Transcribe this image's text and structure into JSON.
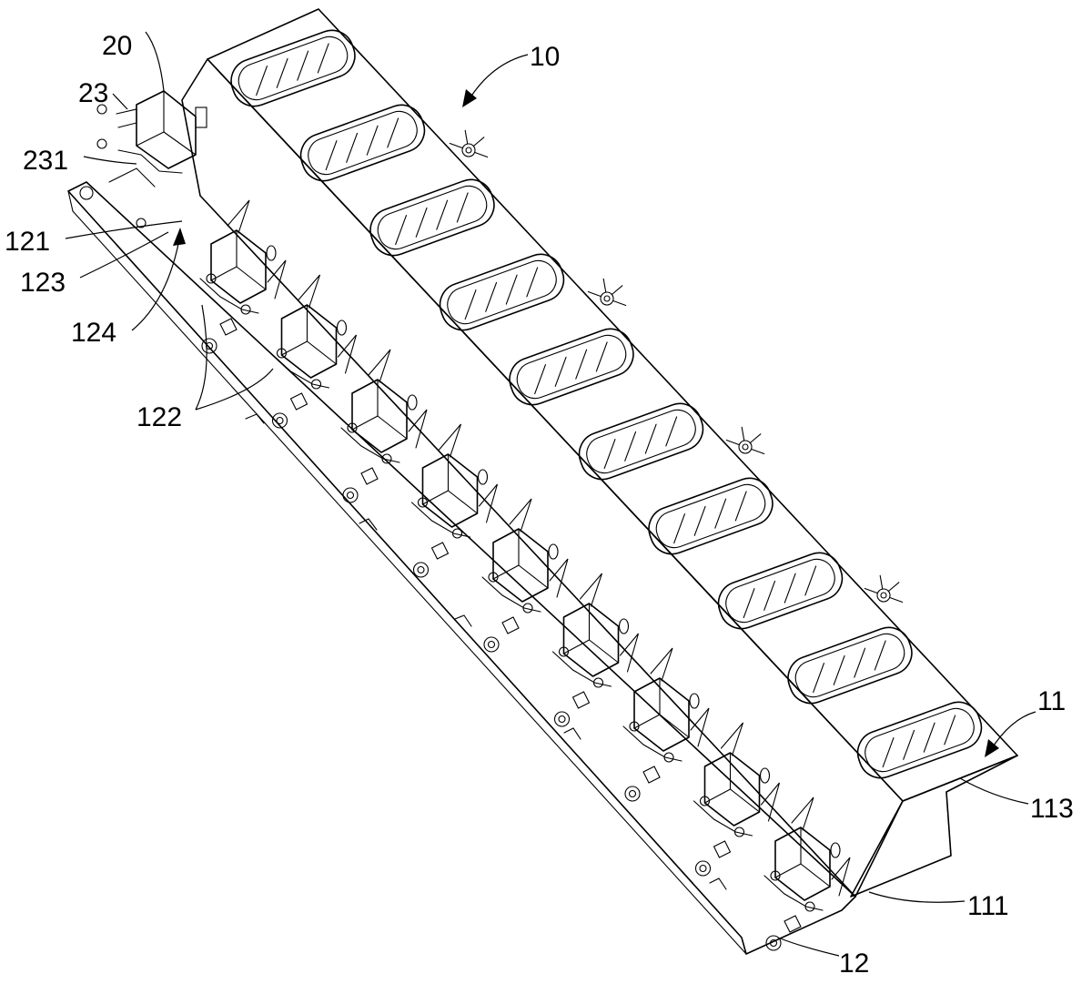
{
  "labels": {
    "l10": "10",
    "l11": "11",
    "l12": "12",
    "l20": "20",
    "l23": "23",
    "l111": "111",
    "l113": "113",
    "l121": "121",
    "l122": "122",
    "l123": "123",
    "l124": "124",
    "l231": "231"
  },
  "counts": {
    "slots": 10,
    "switches": 9,
    "side_contacts": 4
  },
  "colors": {
    "line": "#000000",
    "background": "#ffffff"
  }
}
